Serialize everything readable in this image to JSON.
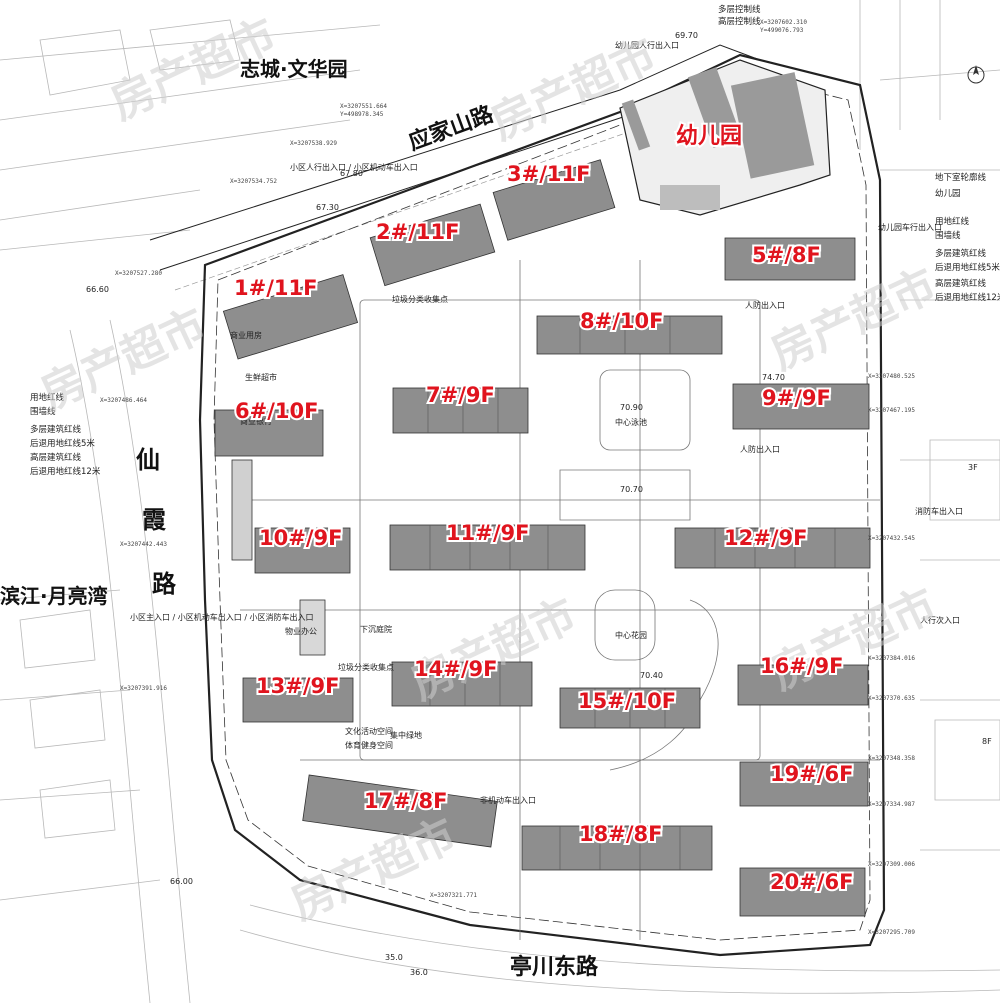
{
  "roads": {
    "north": "应家山路",
    "west": "仙霞路",
    "south": "亭川东路",
    "south_suffix": "路"
  },
  "estates": {
    "north": "志城·文华园",
    "west": "滨江·月亮湾"
  },
  "kindergarten": "幼儿园",
  "buildings": [
    {
      "id": "1",
      "label": "1#/11F"
    },
    {
      "id": "2",
      "label": "2#/11F"
    },
    {
      "id": "3",
      "label": "3#/11F"
    },
    {
      "id": "5",
      "label": "5#/8F"
    },
    {
      "id": "6",
      "label": "6#/10F"
    },
    {
      "id": "7",
      "label": "7#/9F"
    },
    {
      "id": "8",
      "label": "8#/10F"
    },
    {
      "id": "9",
      "label": "9#/9F"
    },
    {
      "id": "10",
      "label": "10#/9F"
    },
    {
      "id": "11",
      "label": "11#/9F"
    },
    {
      "id": "12",
      "label": "12#/9F"
    },
    {
      "id": "13",
      "label": "13#/9F"
    },
    {
      "id": "14",
      "label": "14#/9F"
    },
    {
      "id": "15",
      "label": "15#/10F"
    },
    {
      "id": "16",
      "label": "16#/9F"
    },
    {
      "id": "17",
      "label": "17#/8F"
    },
    {
      "id": "18",
      "label": "18#/8F"
    },
    {
      "id": "19",
      "label": "19#/6F"
    },
    {
      "id": "20",
      "label": "20#/6F"
    }
  ],
  "legend_east": [
    "地下室轮廓线",
    "幼儿园",
    "用地红线",
    "围墙线",
    "多层建筑红线",
    "后退用地红线5米",
    "高层建筑红线",
    "后退用地红线12米"
  ],
  "legend_west": [
    "用地红线",
    "围墙线",
    "多层建筑红线",
    "后退用地红线5米",
    "高层建筑红线",
    "后退用地红线12米"
  ],
  "legend_top": [
    "多层控制线",
    "高层控制线"
  ],
  "annotations": {
    "pool": "中心泳池",
    "garden": "中心花园",
    "kg_entry": "幼儿园人行出入口",
    "kg_vehicle": "幼儿园车行出入口",
    "fire_entry": "消防车出入口",
    "ped_entry": "人行次入口",
    "civil_def": "人防出入口",
    "garbage": "垃圾分类收集点",
    "property": "物业办公",
    "plaza": "下沉庭院",
    "culture": "文化活动空间",
    "sports": "体育健身空间",
    "green": "集中绿地",
    "comm": "商业用房",
    "market": "生鲜超市",
    "bank": "商业银行",
    "north_gate": "小区人行出入口 / 小区机动车出入口",
    "west_gate": "小区主入口 / 小区机动车出入口 / 小区消防车出入口",
    "ramp": "非机动车出入口",
    "f3": "3F",
    "f8": "8F"
  },
  "elevations": [
    "69.70",
    "67.80",
    "67.30",
    "66.60",
    "66.00",
    "70.70",
    "70.90",
    "70.40",
    "74.70",
    "35.0",
    "36.0"
  ],
  "watermark": "房产超市",
  "colors": {
    "label": "#e0141e",
    "building": "#8e8e8e",
    "line": "#222222",
    "redline": "#c00000"
  }
}
